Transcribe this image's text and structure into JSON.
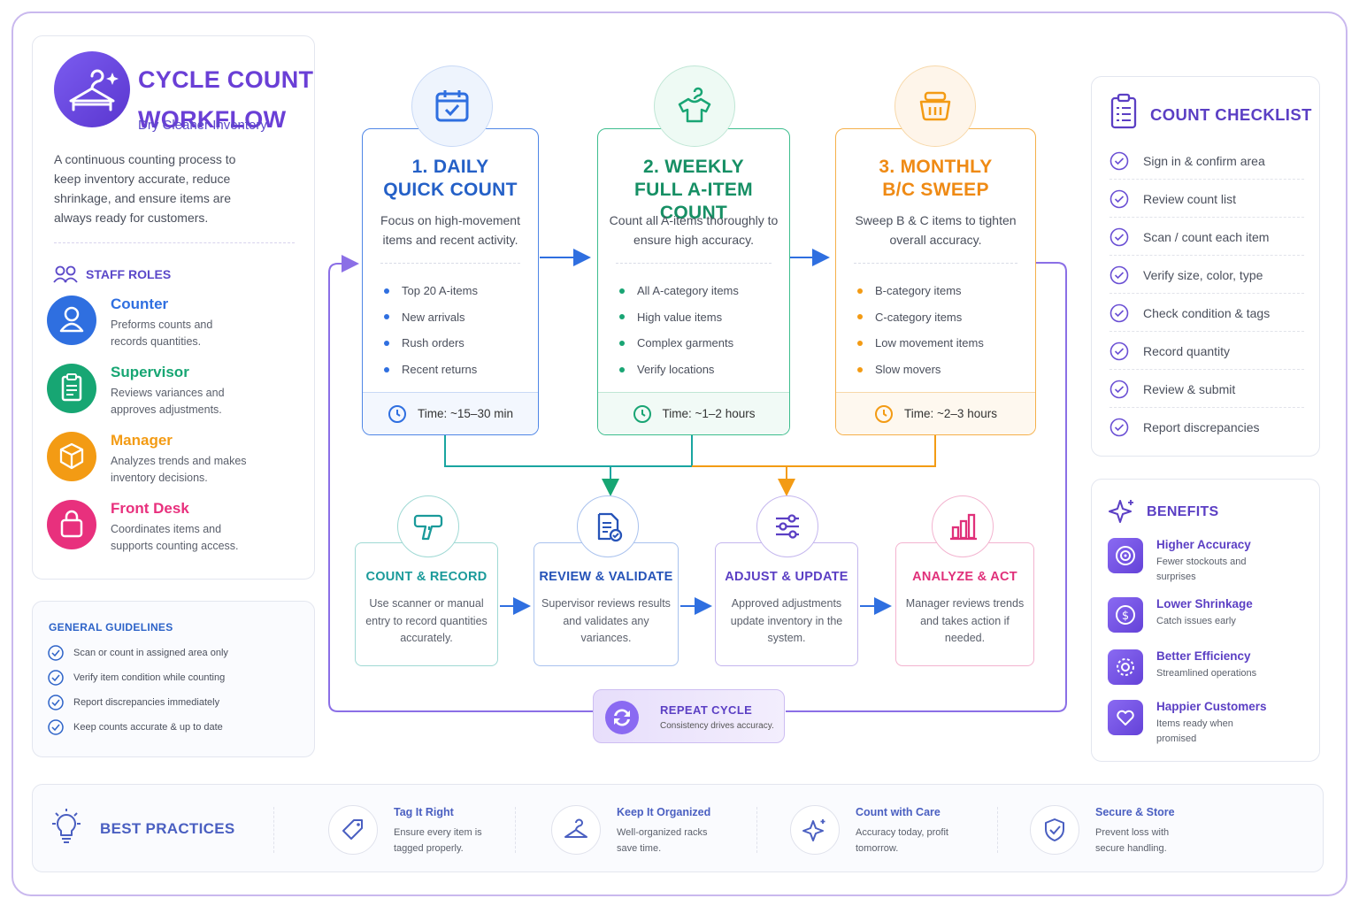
{
  "header": {
    "title_line1": "CYCLE COUNT",
    "title_line2": "WORKFLOW",
    "subtitle": "Dry Cleaner Inventory",
    "description": "A continuous counting process to keep inventory accurate, reduce shrinkage, and ensure items are always ready for customers."
  },
  "staff_roles": {
    "heading": "STAFF ROLES",
    "roles": [
      {
        "title": "Counter",
        "desc": "Preforms counts and records quantities.",
        "color": "#2f6fe0",
        "icon": "person-icon"
      },
      {
        "title": "Supervisor",
        "desc": "Reviews variances and approves adjustments.",
        "color": "#17a673",
        "icon": "clipboard-icon"
      },
      {
        "title": "Manager",
        "desc": "Analyzes trends and makes inventory decisions.",
        "color": "#f39b14",
        "icon": "box-icon"
      },
      {
        "title": "Front Desk",
        "desc": "Coordinates items and supports counting access.",
        "color": "#e8307d",
        "icon": "bag-icon"
      }
    ]
  },
  "guidelines": {
    "title": "GENERAL GUIDELINES",
    "items": [
      "Scan or count in assigned area only",
      "Verify item condition while counting",
      "Report discrepancies immediately",
      "Keep counts accurate & up to date"
    ]
  },
  "steps": [
    {
      "title_line1": "1. DAILY",
      "title_line2": "QUICK COUNT",
      "desc": "Focus on high-movement items and recent activity.",
      "bullets": [
        "Top 20 A-items",
        "New arrivals",
        "Rush orders",
        "Recent returns"
      ],
      "time": "Time: ~15–30 min",
      "color": "#2460c7",
      "accent": "#2f6fe0",
      "tint": "#f3f7fe",
      "icon": "calendar-icon"
    },
    {
      "title_line1": "2. WEEKLY",
      "title_line2": "FULL A-ITEM COUNT",
      "desc": "Count all A-items thoroughly to ensure high accuracy.",
      "bullets": [
        "All A-category items",
        "High value items",
        "Complex garments",
        "Verify locations"
      ],
      "time": "Time: ~1–2 hours",
      "color": "#168f64",
      "accent": "#19a574",
      "tint": "#f1faf6",
      "icon": "shirt-icon"
    },
    {
      "title_line1": "3. MONTHLY",
      "title_line2": "B/C SWEEP",
      "desc": "Sweep B & C items to tighten overall accuracy.",
      "bullets": [
        "B-category items",
        "C-category items",
        "Low movement items",
        "Slow movers"
      ],
      "time": "Time: ~2–3 hours",
      "color": "#ef8a14",
      "accent": "#f39b14",
      "tint": "#fef8ef",
      "icon": "basket-icon"
    }
  ],
  "process": [
    {
      "title": "COUNT & RECORD",
      "desc": "Use scanner or manual entry to record quantities accurately.",
      "color": "#1a9a9a",
      "border": "#9fd9d4",
      "icon": "scanner-icon"
    },
    {
      "title": "REVIEW & VALIDATE",
      "desc": "Supervisor reviews results and validates any variances.",
      "color": "#2653b8",
      "border": "#a9c2ee",
      "icon": "document-check-icon"
    },
    {
      "title": "ADJUST & UPDATE",
      "desc": "Approved adjustments update inventory in the system.",
      "color": "#5b3fc4",
      "border": "#c4b6ee",
      "icon": "sliders-icon"
    },
    {
      "title": "ANALYZE & ACT",
      "desc": "Manager reviews trends and takes action if needed.",
      "color": "#e0307a",
      "border": "#f3b3cf",
      "icon": "bar-chart-icon"
    }
  ],
  "repeat": {
    "title": "REPEAT CYCLE",
    "subtitle": "Consistency drives accuracy."
  },
  "checklist": {
    "title": "COUNT CHECKLIST",
    "items": [
      "Sign in & confirm area",
      "Review count list",
      "Scan / count each item",
      "Verify size, color, type",
      "Check condition & tags",
      "Record quantity",
      "Review & submit",
      "Report discrepancies"
    ]
  },
  "benefits": {
    "title": "BENEFITS",
    "items": [
      {
        "title": "Higher Accuracy",
        "desc": "Fewer stockouts and surprises",
        "icon": "target-icon"
      },
      {
        "title": "Lower Shrinkage",
        "desc": "Catch issues early",
        "icon": "dollar-icon"
      },
      {
        "title": "Better Efficiency",
        "desc": "Streamlined operations",
        "icon": "gear-icon"
      },
      {
        "title": "Happier Customers",
        "desc": "Items ready when promised",
        "icon": "heart-icon"
      }
    ]
  },
  "best_practices": {
    "title": "BEST PRACTICES",
    "items": [
      {
        "title": "Tag It Right",
        "desc": "Ensure every item is tagged properly.",
        "icon": "tag-icon"
      },
      {
        "title": "Keep It Organized",
        "desc": "Well-organized racks save time.",
        "icon": "hanger-icon"
      },
      {
        "title": "Count with Care",
        "desc": "Accuracy today, profit tomorrow.",
        "icon": "sparkle-icon"
      },
      {
        "title": "Secure & Store",
        "desc": "Prevent loss with secure handling.",
        "icon": "shield-icon"
      }
    ]
  }
}
